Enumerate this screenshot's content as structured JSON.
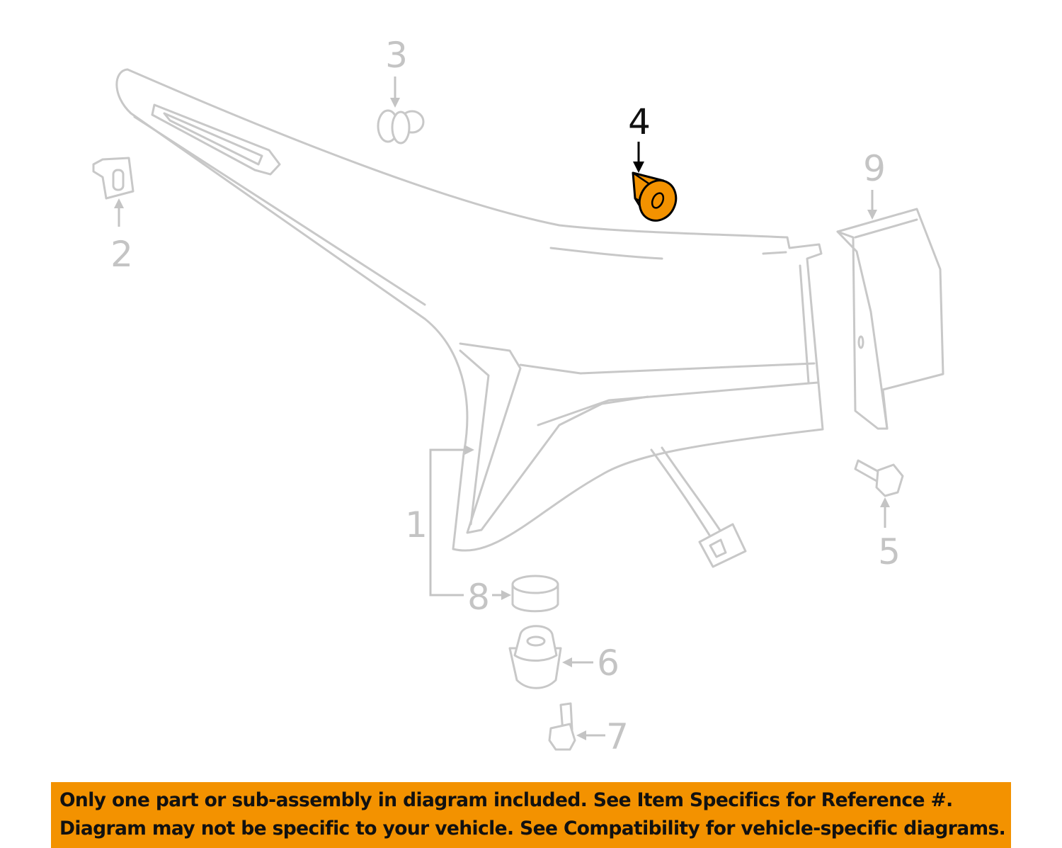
{
  "diagram": {
    "highlight_color": "#f39200",
    "highlighted_part": "4",
    "callouts": {
      "c1": "1",
      "c2": "2",
      "c3": "3",
      "c4": "4",
      "c5": "5",
      "c6": "6",
      "c7": "7",
      "c8": "8",
      "c9": "9"
    }
  },
  "banner": {
    "line1": "Only one part or sub-assembly in diagram included. See Item Specifics for Reference #.",
    "line2": "Diagram may not be specific to your vehicle. See Compatibility for vehicle-specific diagrams."
  }
}
